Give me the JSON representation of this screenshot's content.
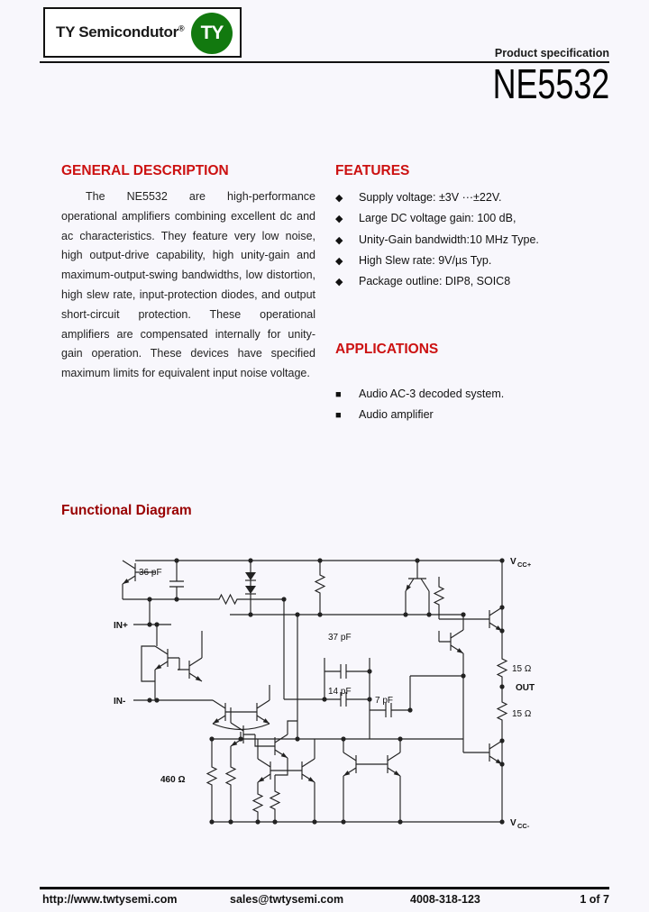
{
  "colors": {
    "heading_red": "#cc1111",
    "diagram_red": "#990000",
    "brand_green": "#12790f",
    "page_bg": "#f8f7fc"
  },
  "header": {
    "logo_text": "TY Semicondutor",
    "logo_reg": "®",
    "logo_badge": "TY",
    "spec_label": "Product specification",
    "part_number": "NE5532"
  },
  "general_description": {
    "title": "GENERAL DESCRIPTION",
    "body": "The NE5532 are high-performance operational amplifiers combining excellent dc and ac characteristics. They feature very low noise, high output-drive capability, high unity-gain and maximum-output-swing bandwidths, low distortion, high slew rate, input-protection diodes, and output short-circuit protection. These operational amplifiers are compensated internally for unity-gain operation. These devices have specified maximum limits for equivalent input noise voltage."
  },
  "features": {
    "title": "FEATURES",
    "bullet": "◆",
    "items": [
      "Supply voltage:  ±3V ···±22V.",
      "Large DC voltage gain: 100 dB,",
      "Unity-Gain bandwidth:10 MHz Type.",
      "High Slew rate: 9V/µs Typ.",
      "Package outline: DIP8, SOIC8"
    ]
  },
  "applications": {
    "title": "APPLICATIONS",
    "bullet": "■",
    "items": [
      "Audio AC-3 decoded system.",
      "Audio amplifier"
    ]
  },
  "diagram": {
    "title": "Functional Diagram",
    "labels": {
      "v": "V",
      "cc_plus": "CC+",
      "cc_minus": "CC-",
      "in_plus": "IN+",
      "in_minus": "IN-",
      "out": "OUT",
      "c36": "36 pF",
      "c37": "37 pF",
      "c14": "14 pF",
      "c7": "7 pF",
      "r460": "460 Ω",
      "r15a": "15 Ω",
      "r15b": "15 Ω"
    }
  },
  "footer": {
    "website": "http://www.twtysemi.com",
    "email": "sales@twtysemi.com",
    "phone": "4008-318-123",
    "page_indicator": "1 of 7"
  }
}
